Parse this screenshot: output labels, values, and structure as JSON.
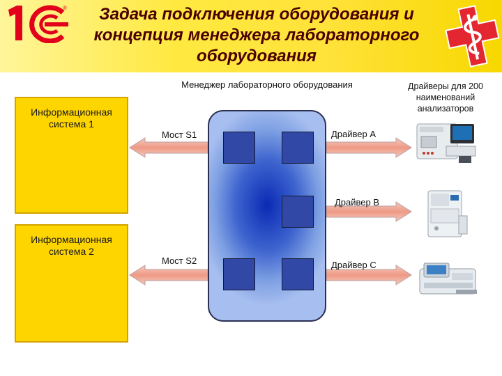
{
  "header": {
    "title": "Задача подключения оборудования и концепция менеджера лабораторного оборудования"
  },
  "logo": {
    "mark": "1С",
    "registered": "®"
  },
  "systems": [
    {
      "label": "Информационная система 1"
    },
    {
      "label": "Информационная система 2"
    }
  ],
  "manager": {
    "label": "Менеджер лабораторного оборудования"
  },
  "drivers_caption": "Драйверы для 200 наименований анализаторов",
  "bridges": [
    {
      "label": "Мост S1"
    },
    {
      "label": "Мост S2"
    }
  ],
  "drivers": [
    {
      "label": "Драйвер A"
    },
    {
      "label": "Драйвер B"
    },
    {
      "label": "Драйвер C"
    }
  ],
  "colors": {
    "header_yellow": "#ffe23a",
    "title_text": "#4a0000",
    "logo_red": "#e2001a",
    "system_fill": "#ffd500",
    "manager_blue": "#1f3fbf",
    "arrow_fill": "#f1a18e",
    "med_cross": "#e3262f"
  }
}
